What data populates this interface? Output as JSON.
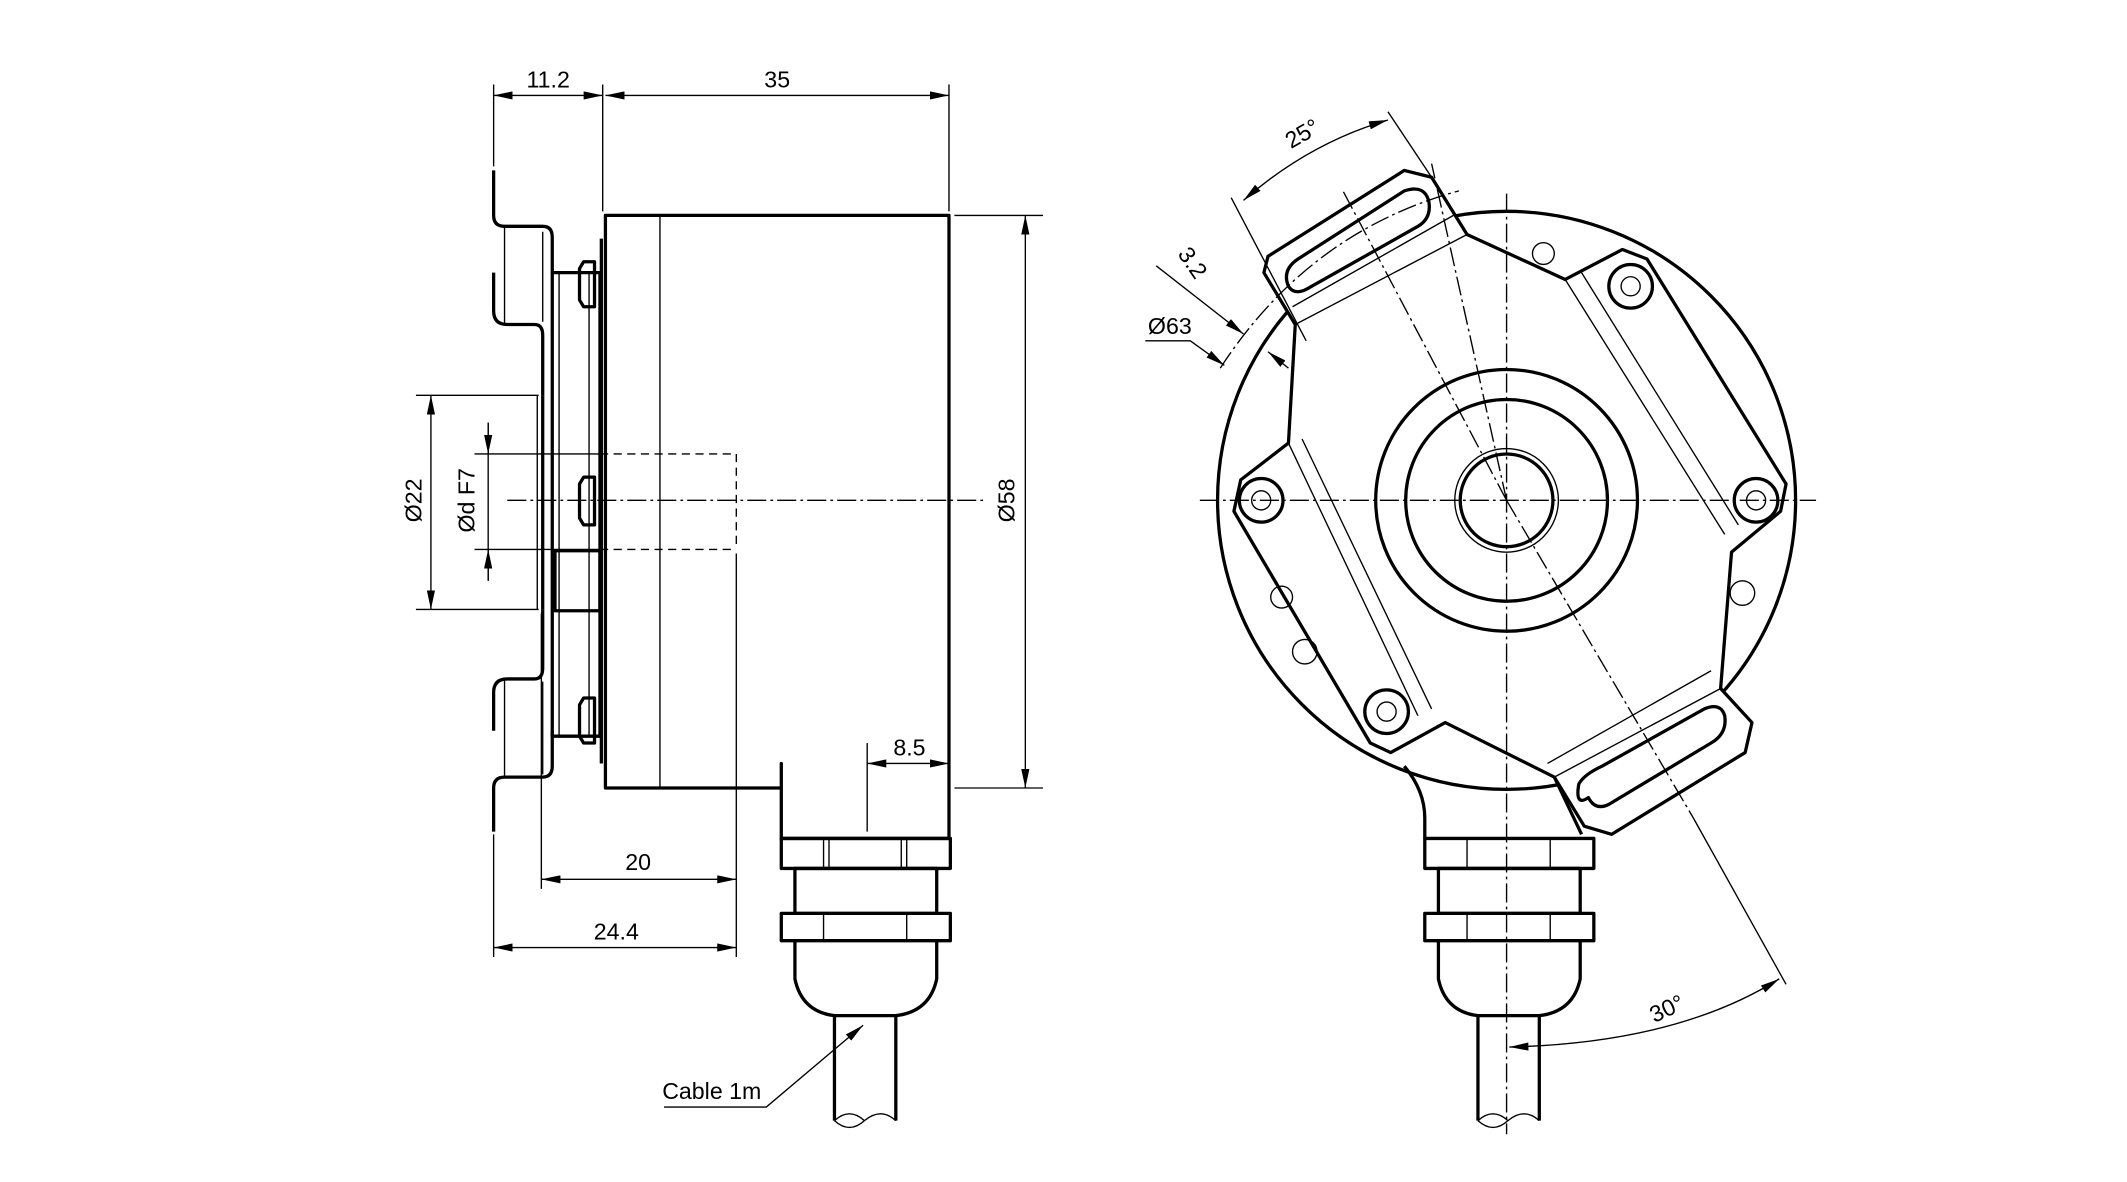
{
  "drawing": {
    "side_view": {
      "dim_flange_depth": "11.2",
      "dim_body_length": "35",
      "dim_flange_dia": "Ø22",
      "dim_shaft_dia": "Ød F7",
      "dim_body_dia": "Ø58",
      "dim_gland_offset": "8.5",
      "dim_shaft_depth": "20",
      "dim_total_depth": "24.4",
      "cable_label": "Cable 1m"
    },
    "front_view": {
      "dim_slot_angle": "25°",
      "dim_slot_width": "3.2",
      "dim_bolt_circle": "Ø63",
      "dim_cable_angle": "30°"
    }
  }
}
